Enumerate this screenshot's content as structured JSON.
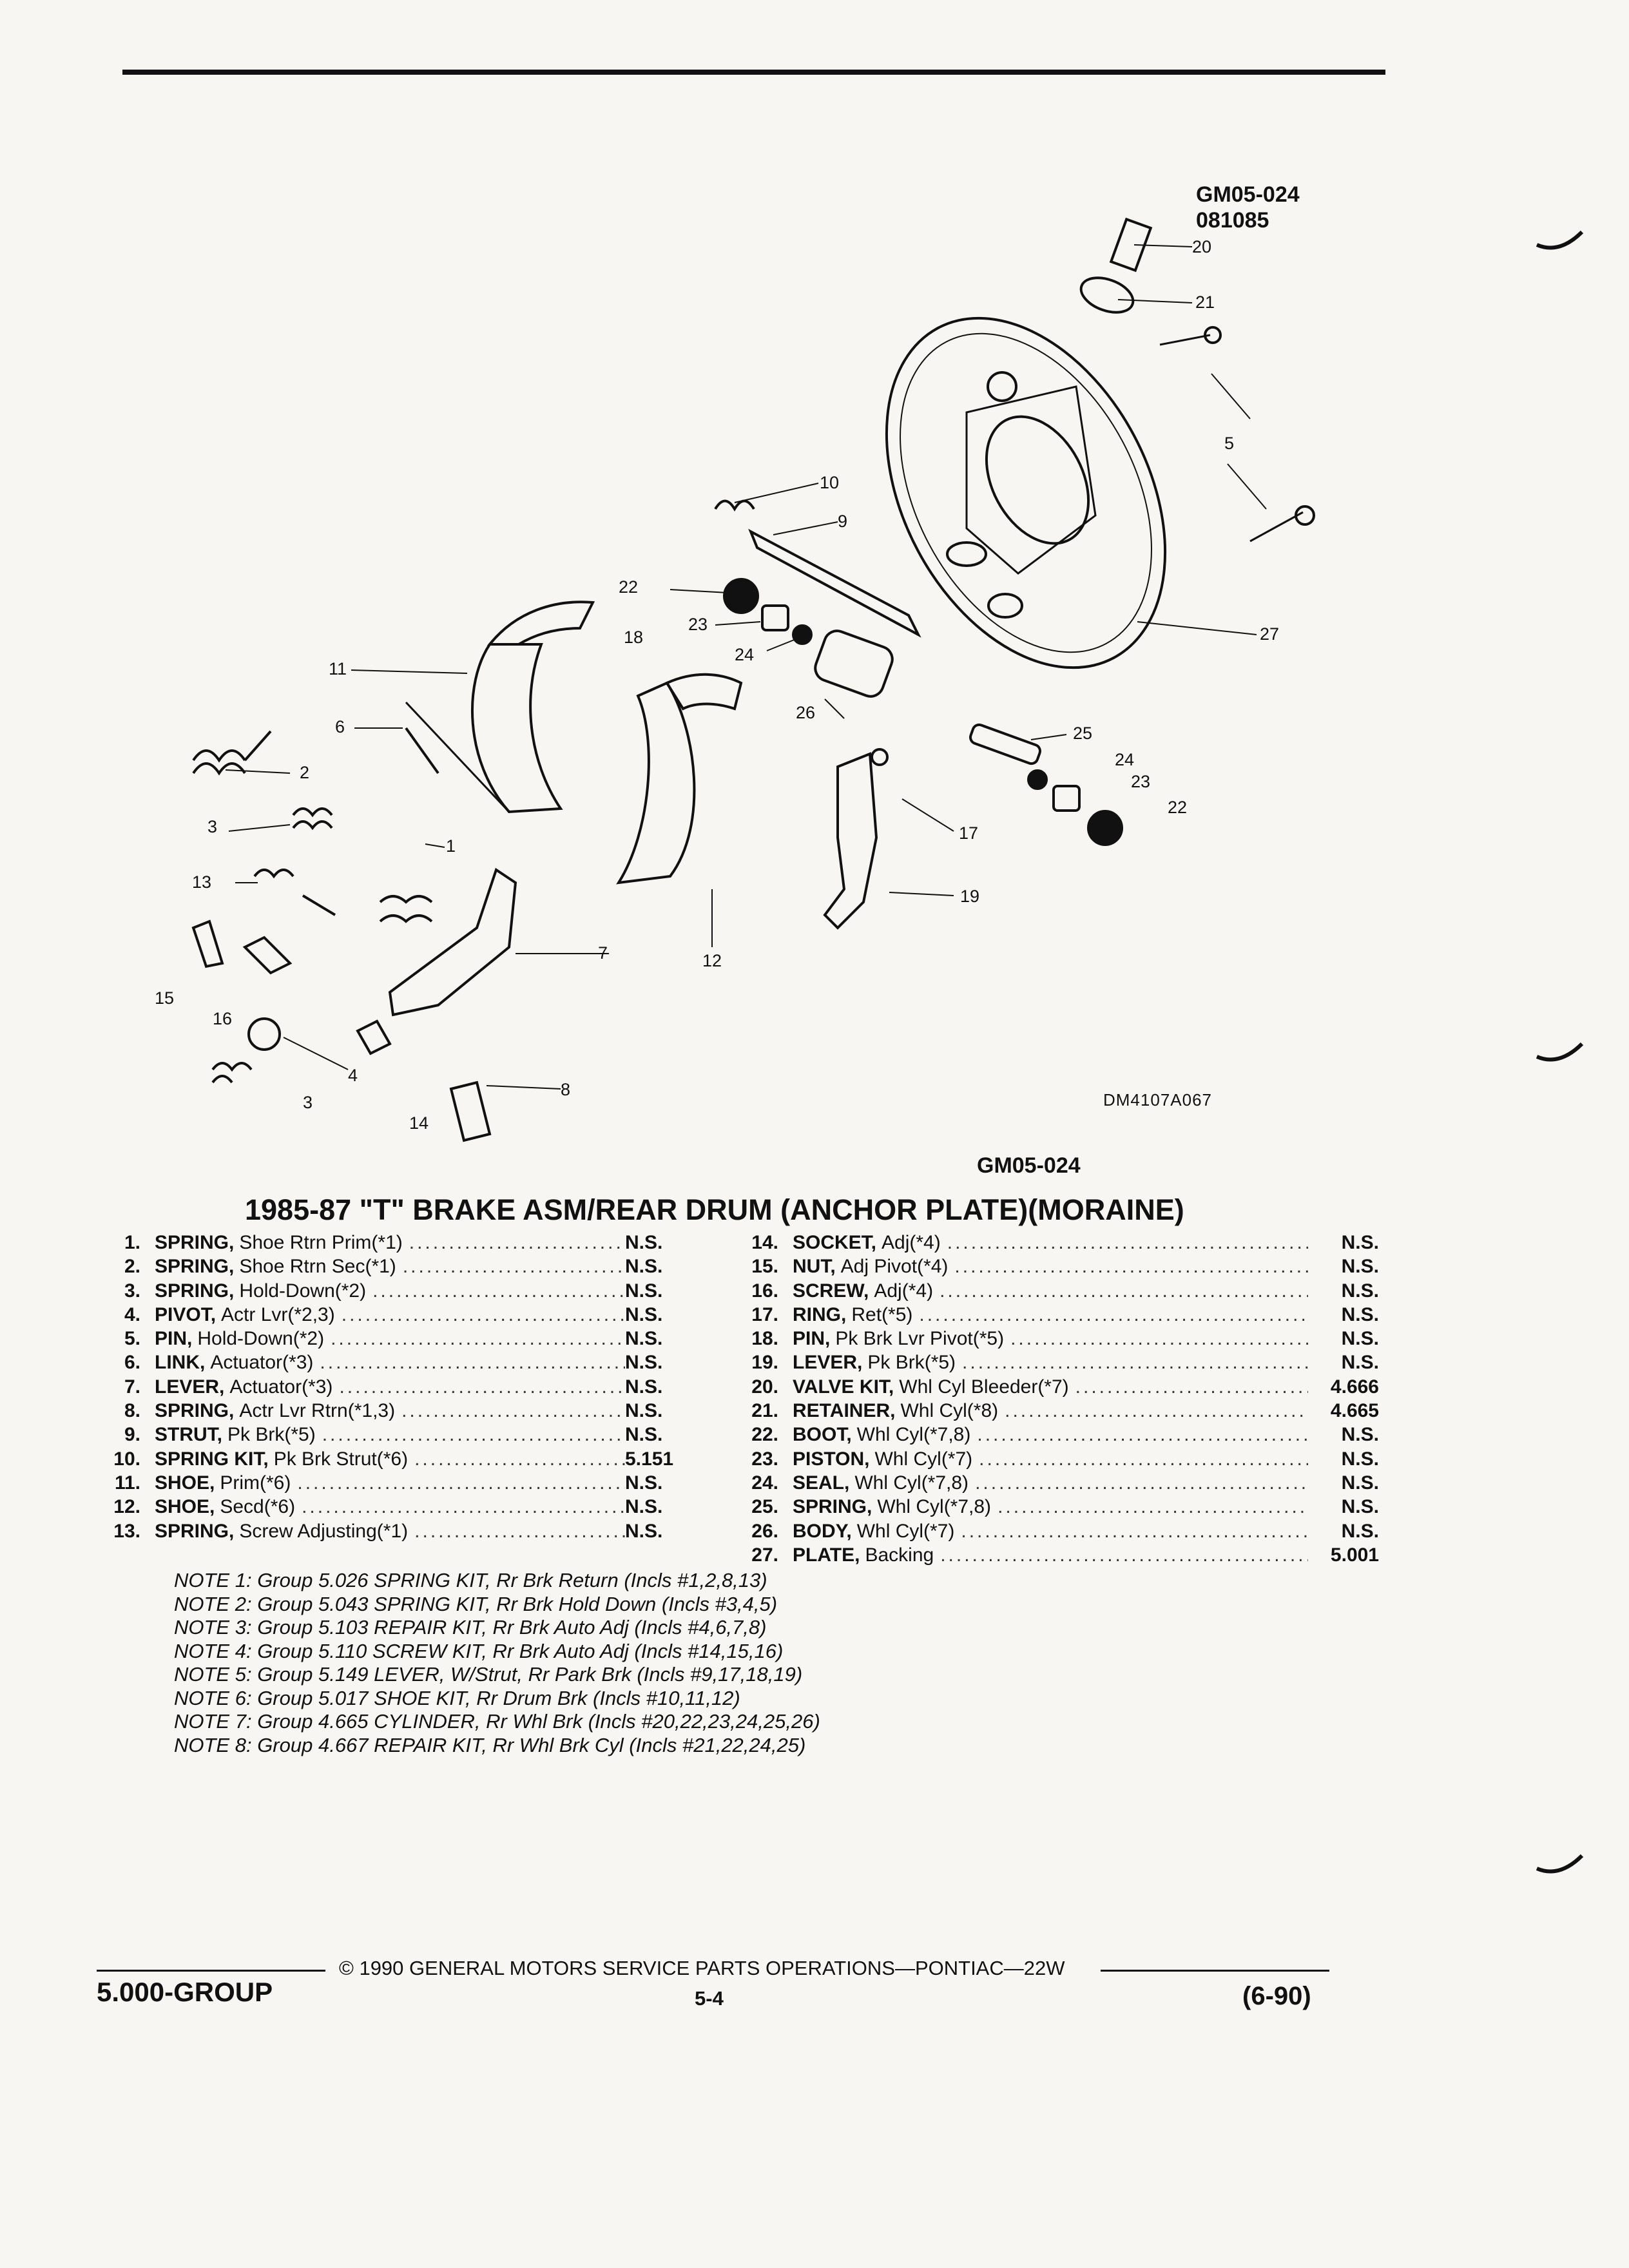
{
  "header": {
    "ref_code": "GM05-024",
    "ref_date": "081085"
  },
  "diagram": {
    "figure_code": "DM4107A067",
    "sub_code": "GM05-024",
    "callouts": [
      "20",
      "21",
      "5",
      "10",
      "9",
      "27",
      "22",
      "23",
      "18",
      "24",
      "11",
      "26",
      "6",
      "25",
      "24",
      "23",
      "22",
      "2",
      "3",
      "1",
      "17",
      "13",
      "19",
      "7",
      "12",
      "15",
      "16",
      "4",
      "8",
      "3",
      "14"
    ]
  },
  "title": "1985-87 \"T\" BRAKE ASM/REAR DRUM (ANCHOR PLATE)(MORAINE)",
  "parts_left": [
    {
      "num": "1.",
      "name": "SPRING,",
      "desc": "Shoe Rtrn Prim(*1)",
      "val": "N.S."
    },
    {
      "num": "2.",
      "name": "SPRING,",
      "desc": "Shoe Rtrn Sec(*1)",
      "val": "N.S."
    },
    {
      "num": "3.",
      "name": "SPRING,",
      "desc": "Hold-Down(*2)",
      "val": "N.S."
    },
    {
      "num": "4.",
      "name": "PIVOT,",
      "desc": "Actr Lvr(*2,3)",
      "val": "N.S."
    },
    {
      "num": "5.",
      "name": "PIN,",
      "desc": "Hold-Down(*2)",
      "val": "N.S."
    },
    {
      "num": "6.",
      "name": "LINK,",
      "desc": "Actuator(*3)",
      "val": "N.S."
    },
    {
      "num": "7.",
      "name": "LEVER,",
      "desc": "Actuator(*3)",
      "val": "N.S."
    },
    {
      "num": "8.",
      "name": "SPRING,",
      "desc": "Actr Lvr Rtrn(*1,3)",
      "val": "N.S."
    },
    {
      "num": "9.",
      "name": "STRUT,",
      "desc": "Pk Brk(*5)",
      "val": "N.S."
    },
    {
      "num": "10.",
      "name": "SPRING KIT,",
      "desc": "Pk Brk Strut(*6)",
      "val": "5.151"
    },
    {
      "num": "11.",
      "name": "SHOE,",
      "desc": "Prim(*6)",
      "val": "N.S."
    },
    {
      "num": "12.",
      "name": "SHOE,",
      "desc": "Secd(*6)",
      "val": "N.S."
    },
    {
      "num": "13.",
      "name": "SPRING,",
      "desc": "Screw Adjusting(*1)",
      "val": "N.S."
    }
  ],
  "parts_right": [
    {
      "num": "14.",
      "name": "SOCKET,",
      "desc": "Adj(*4)",
      "val": "N.S."
    },
    {
      "num": "15.",
      "name": "NUT,",
      "desc": "Adj Pivot(*4)",
      "val": "N.S."
    },
    {
      "num": "16.",
      "name": "SCREW,",
      "desc": "Adj(*4)",
      "val": "N.S."
    },
    {
      "num": "17.",
      "name": "RING,",
      "desc": "Ret(*5)",
      "val": "N.S."
    },
    {
      "num": "18.",
      "name": "PIN,",
      "desc": "Pk Brk Lvr Pivot(*5)",
      "val": "N.S."
    },
    {
      "num": "19.",
      "name": "LEVER,",
      "desc": "Pk Brk(*5)",
      "val": "N.S."
    },
    {
      "num": "20.",
      "name": "VALVE KIT,",
      "desc": "Whl Cyl Bleeder(*7)",
      "val": "4.666"
    },
    {
      "num": "21.",
      "name": "RETAINER,",
      "desc": "Whl Cyl(*8)",
      "val": "4.665"
    },
    {
      "num": "22.",
      "name": "BOOT,",
      "desc": "Whl Cyl(*7,8)",
      "val": "N.S."
    },
    {
      "num": "23.",
      "name": "PISTON,",
      "desc": "Whl Cyl(*7)",
      "val": "N.S."
    },
    {
      "num": "24.",
      "name": "SEAL,",
      "desc": "Whl Cyl(*7,8)",
      "val": "N.S."
    },
    {
      "num": "25.",
      "name": "SPRING,",
      "desc": "Whl Cyl(*7,8)",
      "val": "N.S."
    },
    {
      "num": "26.",
      "name": "BODY,",
      "desc": "Whl Cyl(*7)",
      "val": "N.S."
    },
    {
      "num": "27.",
      "name": "PLATE,",
      "desc": "Backing",
      "val": "5.001"
    }
  ],
  "notes": [
    "NOTE 1: Group 5.026 SPRING KIT, Rr Brk Return (Incls #1,2,8,13)",
    "NOTE 2: Group 5.043 SPRING KIT, Rr Brk Hold Down (Incls #3,4,5)",
    "NOTE 3: Group 5.103 REPAIR KIT, Rr Brk Auto Adj (Incls #4,6,7,8)",
    "NOTE 4: Group 5.110 SCREW KIT, Rr Brk Auto Adj (Incls #14,15,16)",
    "NOTE 5: Group 5.149 LEVER, W/Strut, Rr Park Brk (Incls #9,17,18,19)",
    "NOTE 6: Group 5.017 SHOE KIT, Rr Drum Brk (Incls #10,11,12)",
    "NOTE 7: Group 4.665 CYLINDER, Rr Whl Brk (Incls #20,22,23,24,25,26)",
    "NOTE 8: Group 4.667 REPAIR KIT, Rr Whl Brk Cyl (Incls #21,22,24,25)"
  ],
  "footer": {
    "copyright": "© 1990 GENERAL MOTORS SERVICE PARTS OPERATIONS—PONTIAC—22W",
    "group": "5.000-GROUP",
    "page": "5-4",
    "revision": "(6-90)"
  }
}
